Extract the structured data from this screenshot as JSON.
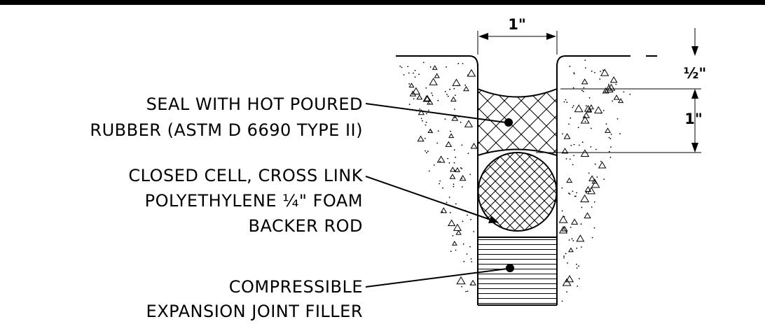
{
  "dimensions": {
    "joint_width": "1\"",
    "recess_depth": "½\"",
    "seal_depth": "1\""
  },
  "labels": {
    "seal": {
      "line1": "SEAL WITH HOT POURED",
      "line2": "RUBBER (ASTM D 6690 TYPE II)"
    },
    "backer_rod": {
      "line1": "CLOSED CELL, CROSS LINK",
      "line2": "POLYETHYLENE ¼\" FOAM",
      "line3": "BACKER ROD"
    },
    "filler": {
      "line1": "COMPRESSIBLE",
      "line2": "EXPANSION JOINT FILLER"
    }
  }
}
